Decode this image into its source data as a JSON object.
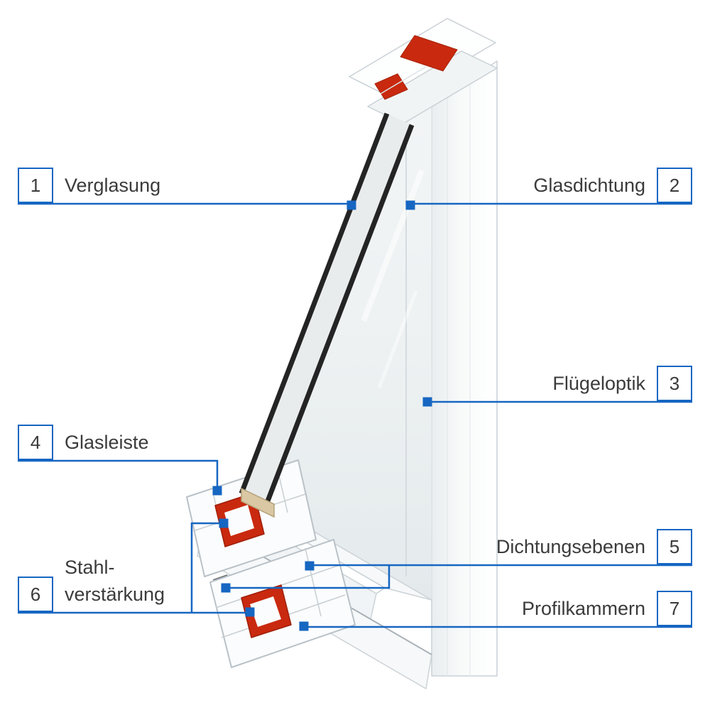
{
  "diagram": {
    "accent_color": "#1666c2",
    "label_text_color": "#3b3b3b",
    "steel_color": "#c9290f",
    "spacer_color": "#d9c8a3",
    "glass_color": "#242424",
    "callouts": [
      {
        "num": "1",
        "label": "Verglasung",
        "side": "left"
      },
      {
        "num": "2",
        "label": "Glasdichtung",
        "side": "right"
      },
      {
        "num": "3",
        "label": "Flügeloptik",
        "side": "right"
      },
      {
        "num": "4",
        "label": "Glasleiste",
        "side": "left"
      },
      {
        "num": "5",
        "label": "Dichtungsebenen",
        "side": "right"
      },
      {
        "num": "6",
        "label": "Stahl-\nverstärkung",
        "side": "left"
      },
      {
        "num": "7",
        "label": "Profilkammern",
        "side": "right"
      }
    ]
  }
}
